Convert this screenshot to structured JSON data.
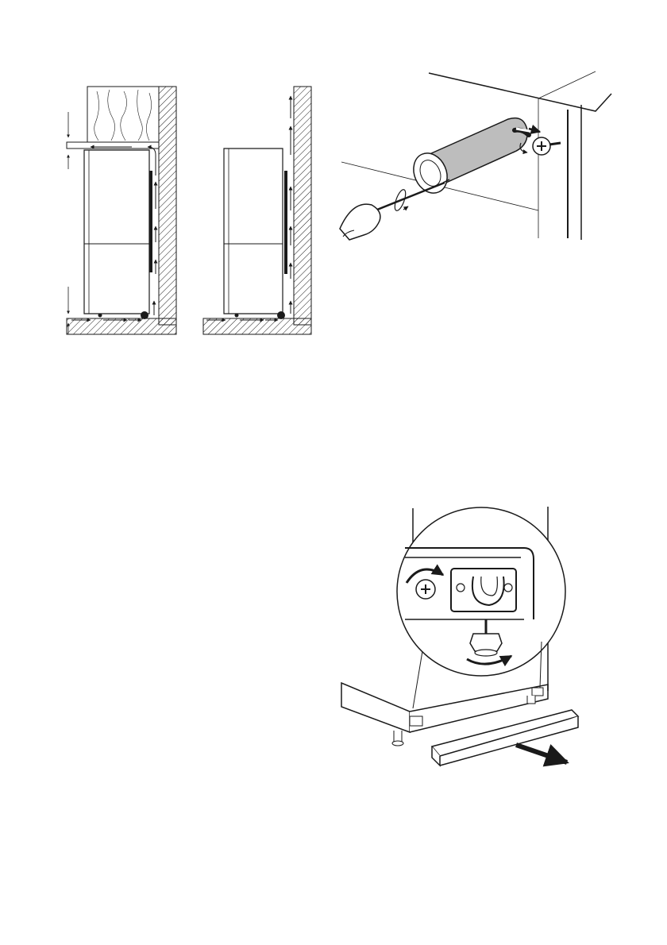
{
  "page": {
    "background": "#ffffff",
    "ink": "#1a1a1a",
    "shade": "#bdbdbd"
  },
  "figures": [
    {
      "id": "ventilation",
      "icon": "airflow-arrows-icon"
    },
    {
      "id": "spacer",
      "icon": "screwdriver-icon"
    },
    {
      "id": "feet",
      "icon": "adjustable-foot-icon"
    }
  ]
}
